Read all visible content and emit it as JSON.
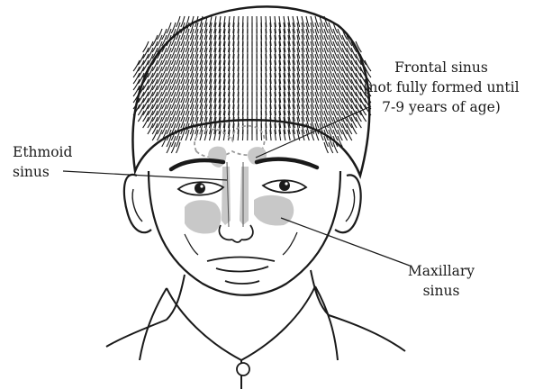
{
  "labels": {
    "ethmoid": {
      "line1": "Ethmoid",
      "line2": "sinus"
    },
    "frontal": {
      "line1": "Frontal sinus",
      "line2": "(not fully formed until",
      "line3": "7-9 years of age)"
    },
    "maxillary": {
      "line1": "Maxillary",
      "line2": "sinus"
    }
  },
  "colors": {
    "ink": "#1a1a1a",
    "sinus_fill": "#c8c8c8",
    "frontal_outline": "#9a9a9a"
  }
}
